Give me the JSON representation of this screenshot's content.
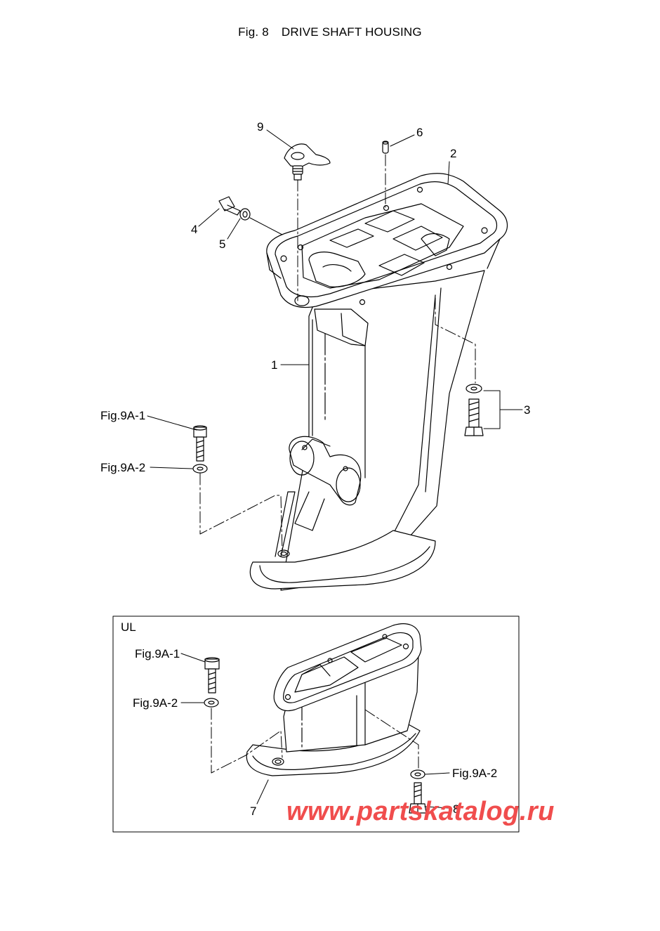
{
  "title": {
    "fig": "Fig. 8",
    "name": "DRIVE SHAFT HOUSING"
  },
  "callouts": {
    "c1": "1",
    "c2": "2",
    "c3": "3",
    "c4": "4",
    "c5": "5",
    "c6": "6",
    "c7": "7",
    "c8": "8",
    "c9": "9",
    "ref_bolt_main": "Fig.9A-1",
    "ref_washer_main": "Fig.9A-2",
    "ref_bolt_ul": "Fig.9A-1",
    "ref_washer_ul": "Fig.9A-2",
    "ref_washer_ul_right": "Fig.9A-2"
  },
  "inset": {
    "label": "UL"
  },
  "watermark": {
    "text": "www.partskatalog.ru",
    "color": "#f04d4d"
  }
}
